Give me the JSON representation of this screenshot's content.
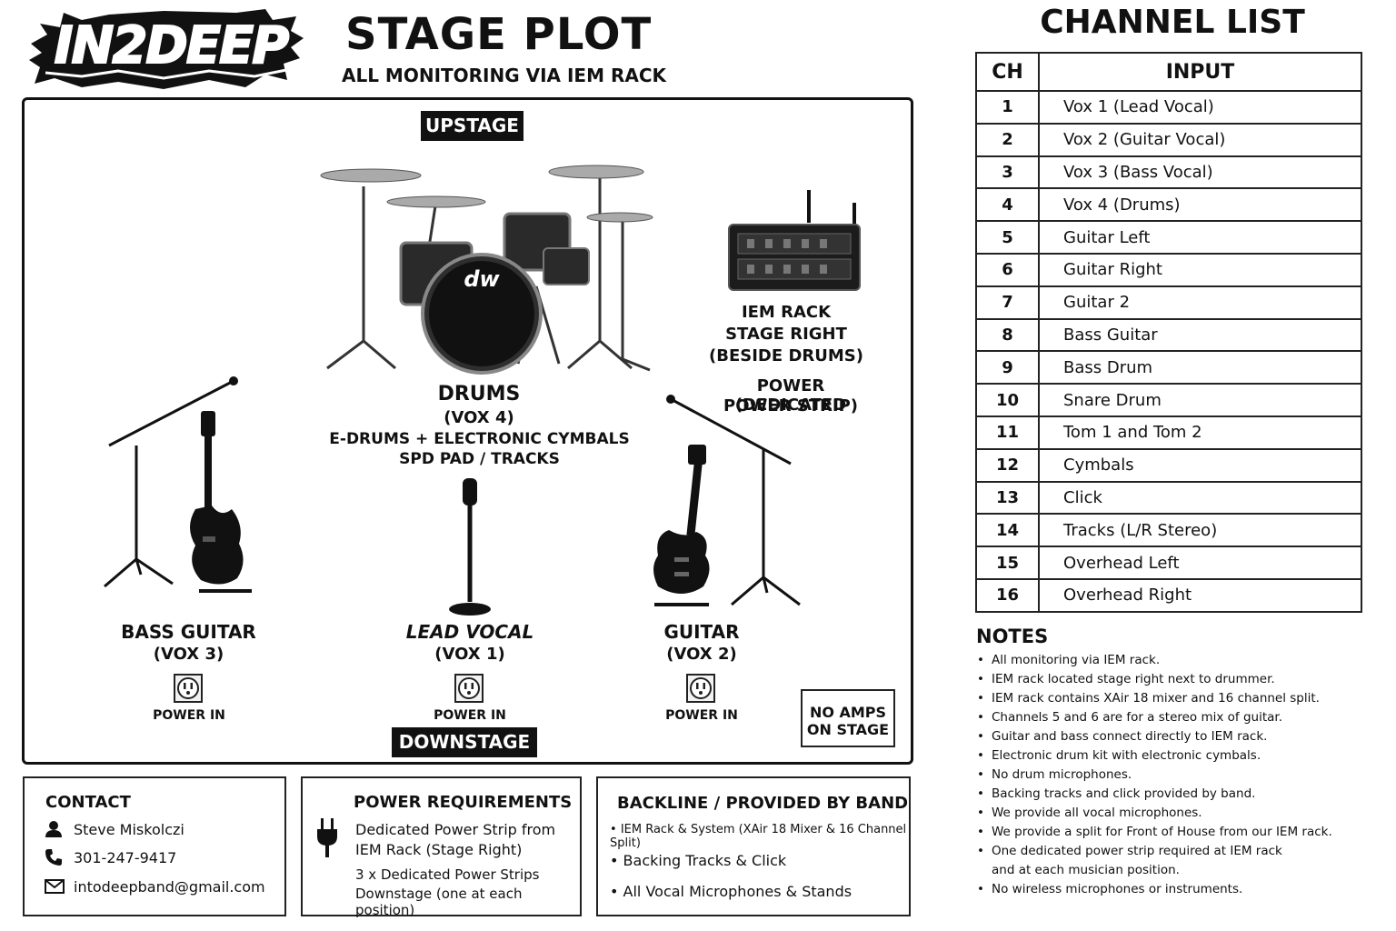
{
  "logo": {
    "text": "IN2DEEP"
  },
  "header": {
    "title": "STAGE PLOT",
    "subtitle": "ALL MONITORING VIA IEM RACK"
  },
  "stage": {
    "upstage": "UPSTAGE",
    "downstage": "DOWNSTAGE",
    "drums": {
      "title": "DRUMS",
      "vox": "(VOX 4)",
      "line1": "E-DRUMS + ELECTRONIC CYMBALS",
      "line2": "SPD PAD / TRACKS",
      "brand": "dw"
    },
    "iem": {
      "line1": "IEM RACK",
      "line2": "STAGE RIGHT",
      "line3": "(BESIDE DRUMS)",
      "power1": "POWER (DEDICATED",
      "power2": "POWER STRIP)"
    },
    "bass": {
      "title": "BASS GUITAR",
      "vox": "(VOX 3)",
      "power": "POWER IN"
    },
    "lead": {
      "title": "LEAD VOCAL",
      "vox": "(VOX 1)",
      "power": "POWER IN"
    },
    "guitar": {
      "title": "GUITAR",
      "vox": "(VOX 2)",
      "power": "POWER IN"
    },
    "no_amps": {
      "line1": "NO AMPS",
      "line2": "ON STAGE"
    }
  },
  "channel_list": {
    "title": "CHANNEL LIST",
    "headers": [
      "CH",
      "INPUT"
    ],
    "rows": [
      {
        "ch": "1",
        "input": "Vox 1 (Lead Vocal)"
      },
      {
        "ch": "2",
        "input": "Vox 2 (Guitar Vocal)"
      },
      {
        "ch": "3",
        "input": "Vox 3 (Bass Vocal)"
      },
      {
        "ch": "4",
        "input": "Vox 4 (Drums)"
      },
      {
        "ch": "5",
        "input": "Guitar Left"
      },
      {
        "ch": "6",
        "input": "Guitar Right"
      },
      {
        "ch": "7",
        "input": "Guitar 2"
      },
      {
        "ch": "8",
        "input": "Bass Guitar"
      },
      {
        "ch": "9",
        "input": "Bass Drum"
      },
      {
        "ch": "10",
        "input": "Snare Drum"
      },
      {
        "ch": "11",
        "input": "Tom 1 and Tom 2"
      },
      {
        "ch": "12",
        "input": "Cymbals"
      },
      {
        "ch": "13",
        "input": "Click"
      },
      {
        "ch": "14",
        "input": "Tracks (L/R Stereo)"
      },
      {
        "ch": "15",
        "input": "Overhead Left"
      },
      {
        "ch": "16",
        "input": "Overhead Right"
      }
    ]
  },
  "notes": {
    "title": "NOTES",
    "items": [
      "All monitoring via IEM rack.",
      "IEM rack located stage right next to drummer.",
      "IEM rack contains XAir 18 mixer and 16 channel split.",
      "Channels 5 and 6 are for a stereo mix of guitar.",
      "Guitar and bass connect directly to IEM rack.",
      "Electronic drum kit with electronic cymbals.",
      "No drum microphones.",
      "Backing tracks and click provided by band.",
      "We provide all vocal microphones.",
      "We provide a split for Front of House from our IEM rack.",
      "One dedicated power strip required at IEM rack and at each musician position.",
      "No wireless microphones or instruments."
    ]
  },
  "contact": {
    "title": "CONTACT",
    "name": "Steve Miskolczi",
    "phone": "301-247-9417",
    "email": "intodeepband@gmail.com",
    "icons": [
      "person-icon",
      "phone-icon",
      "envelope-icon"
    ]
  },
  "power": {
    "title": "POWER REQUIREMENTS",
    "line1": "Dedicated Power Strip from",
    "line2": "IEM Rack (Stage Right)",
    "line3": "3 x Dedicated Power Strips",
    "line4": "Downstage (one at each position)",
    "icon": "plug-icon"
  },
  "backline": {
    "title": "BACKLINE / PROVIDED BY BAND",
    "items": [
      "IEM Rack & System (XAir 18 Mixer & 16 Channel Split)",
      "Backing Tracks & Click",
      "All Vocal Microphones & Stands"
    ]
  }
}
